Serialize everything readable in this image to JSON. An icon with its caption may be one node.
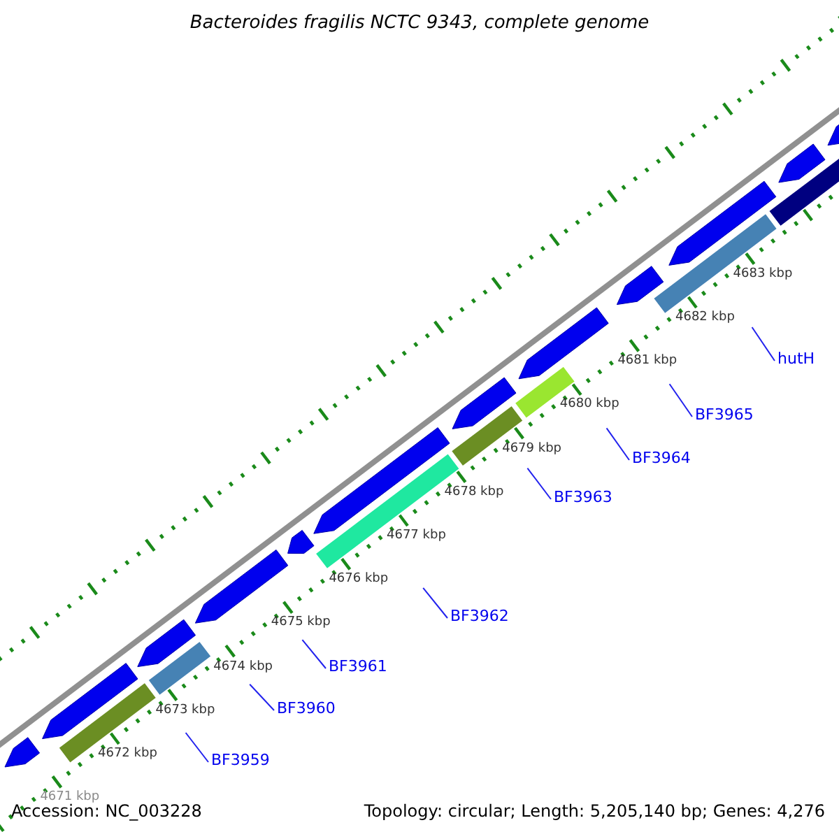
{
  "diagram": {
    "title": "Bacteroides fragilis NCTC 9343, complete genome",
    "nodes": [
      {
        "text": [
          "BF3959"
        ]
      },
      {
        "text": [
          "BF3960"
        ]
      },
      {
        "text": [
          "BF3961"
        ]
      },
      {
        "text": [
          "BF3962"
        ]
      },
      {
        "text": [
          "BF3963"
        ]
      },
      {
        "text": [
          "BF3964"
        ]
      },
      {
        "text": [
          "BF3965"
        ]
      },
      {
        "text": [
          "hutH"
        ]
      }
    ],
    "edges": [
      {
        "from": 0,
        "to": null,
        "arrow": "none"
      },
      {
        "from": 1,
        "to": null,
        "arrow": "none"
      },
      {
        "from": 2,
        "to": null,
        "arrow": "none"
      },
      {
        "from": 3,
        "to": null,
        "arrow": "none"
      },
      {
        "from": 4,
        "to": null,
        "arrow": "none"
      },
      {
        "from": 5,
        "to": null,
        "arrow": "none"
      },
      {
        "from": 6,
        "to": null,
        "arrow": "none"
      },
      {
        "from": 7,
        "to": null,
        "arrow": "none"
      }
    ],
    "labels": [
      "4671 kbp",
      "4672 kbp",
      "4673 kbp",
      "4674 kbp",
      "4675 kbp",
      "4676 kbp",
      "4677 kbp",
      "4678 kbp",
      "4679 kbp",
      "4680 kbp",
      "4681 kbp",
      "4682 kbp",
      "4683 kbp",
      "Accession: NC_003228",
      "Topology: circular; Length: 5,205,140 bp; Genes: 4,276"
    ]
  }
}
